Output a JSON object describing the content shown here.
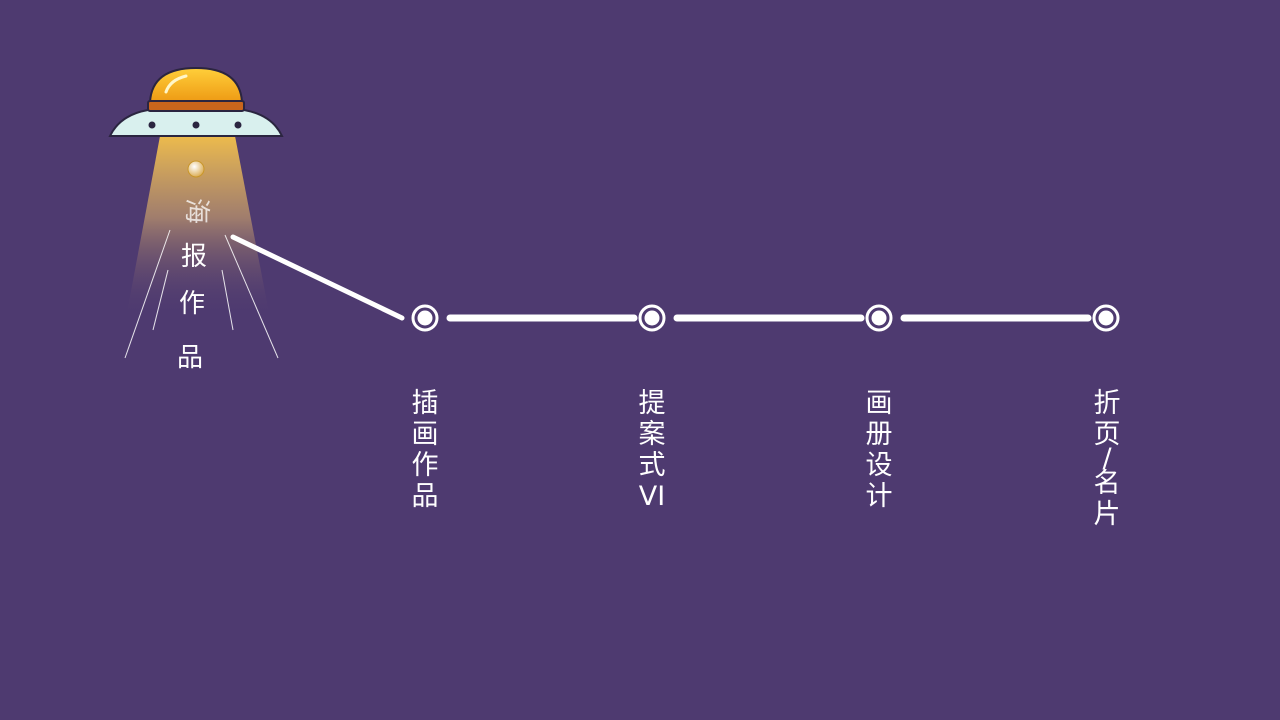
{
  "ufo": {
    "beam_chars": [
      "海",
      "报",
      "作",
      "品"
    ]
  },
  "timeline": {
    "nodes": [
      {
        "label_chars": [
          "插",
          "画",
          "作",
          "品"
        ]
      },
      {
        "label_chars": [
          "提",
          "案",
          "式",
          "VI"
        ]
      },
      {
        "label_chars": [
          "画",
          "册",
          "设",
          "计"
        ]
      },
      {
        "label_chars": [
          "折",
          "页",
          "/",
          "名",
          "片"
        ]
      }
    ]
  },
  "colors": {
    "background": "#4e3a70",
    "line": "#ffffff",
    "ufo_dome": "#f2a81d",
    "ufo_band": "#c9651c",
    "ufo_disc": "#d9f0ee",
    "beam": "#f5c24a"
  }
}
